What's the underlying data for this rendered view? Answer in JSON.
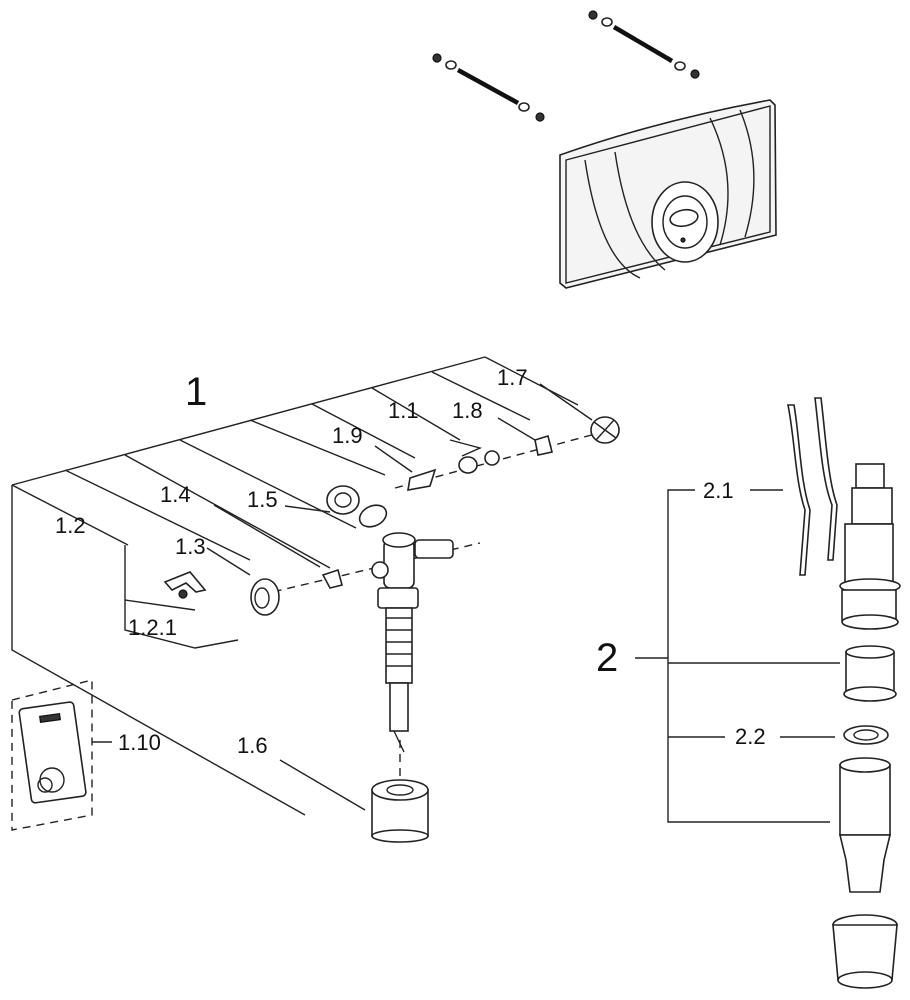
{
  "labels": {
    "assembly_1": "1",
    "assembly_2": "2",
    "p1_1": "1.1",
    "p1_2": "1.2",
    "p1_2_1": "1.2.1",
    "p1_3": "1.3",
    "p1_4": "1.4",
    "p1_5": "1.5",
    "p1_6": "1.6",
    "p1_7": "1.7",
    "p1_8": "1.8",
    "p1_9": "1.9",
    "p1_10": "1.10",
    "p2_1": "2.1",
    "p2_2": "2.2"
  }
}
